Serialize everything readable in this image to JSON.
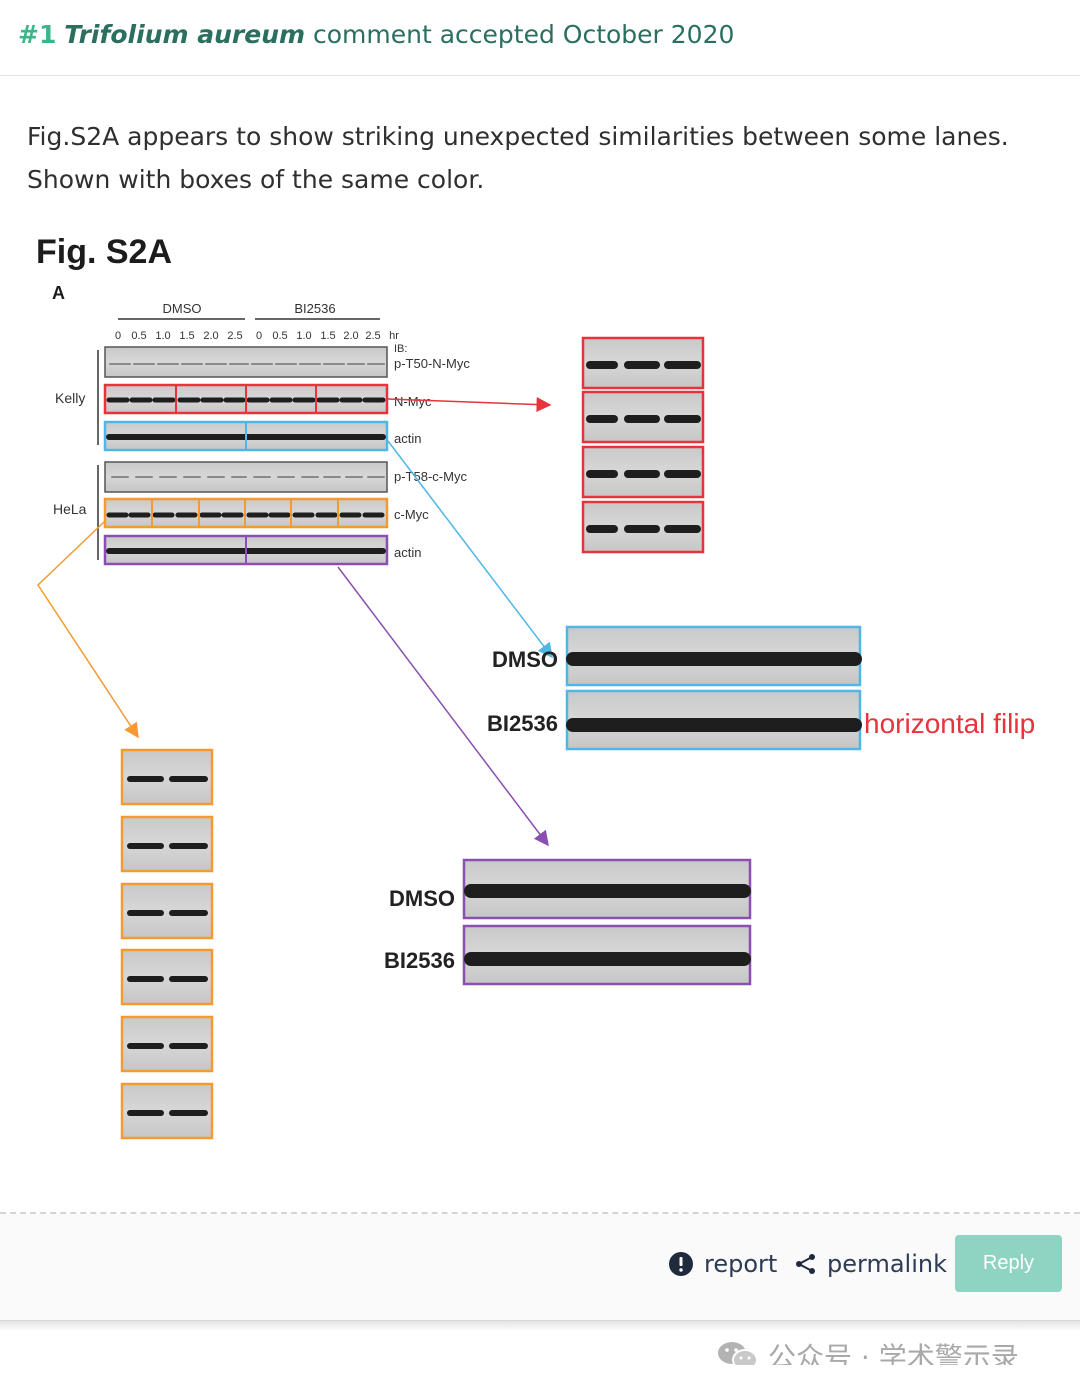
{
  "comment": {
    "number": "#1",
    "author": "Trifolium aureum",
    "status_text": "comment accepted October 2020",
    "body": "Fig.S2A appears to show striking unexpected similarities between some lanes. Shown with boxes of the same color."
  },
  "figure": {
    "title": "Fig. S2A",
    "panel": "A",
    "group_dmso": "DMSO",
    "group_bi": "BI2536",
    "timepoints": [
      "0",
      "0.5",
      "1.0",
      "1.5",
      "2.0",
      "2.5"
    ],
    "unit": "hr",
    "ib_label": "IB:",
    "cell_kelly": "Kelly",
    "cell_hela": "HeLa",
    "row_labels": [
      "p-T50-N-Myc",
      "N-Myc",
      "actin",
      "p-T58-c-Myc",
      "c-Myc",
      "actin"
    ],
    "blue_dmso": "DMSO",
    "blue_bi": "BI2536",
    "annotation": "horizontal filip",
    "purple_dmso": "DMSO",
    "purple_bi": "BI2536",
    "colors": {
      "red": "#e8323c",
      "blue": "#4fb6e6",
      "orange": "#f39a32",
      "purple": "#8a4fb0",
      "annotation": "#e8323c"
    }
  },
  "footer": {
    "report_label": "report",
    "permalink_label": "permalink",
    "reply_label": "Reply",
    "report_icon": "exclamation-circle-icon",
    "permalink_icon": "share-icon"
  },
  "watermark": {
    "text": "公众号 · 学术警示录",
    "icon": "wechat-icon"
  }
}
